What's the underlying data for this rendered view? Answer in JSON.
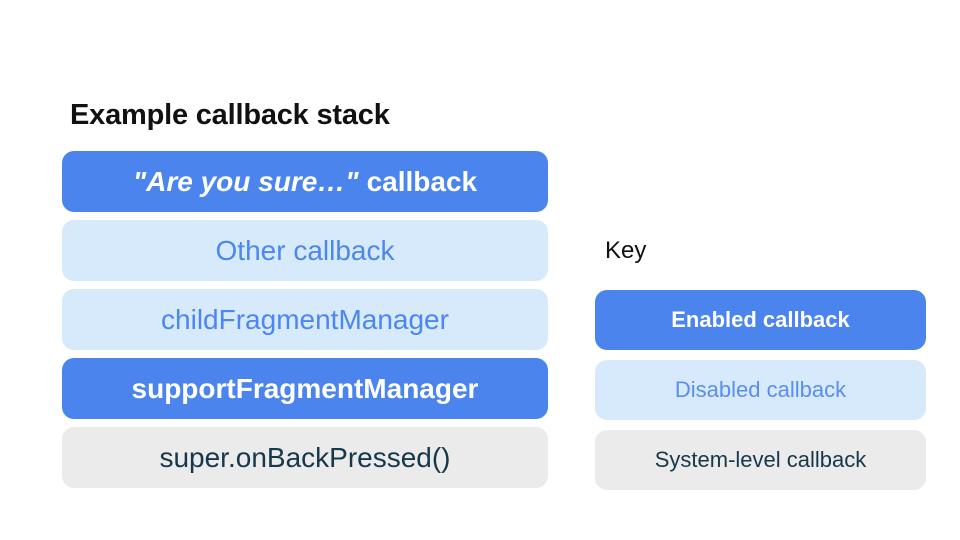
{
  "title": "Example callback stack",
  "stack": {
    "items": [
      {
        "label_italic": "\"Are you sure…\"",
        "label_rest": "callback",
        "type": "enabled"
      },
      {
        "label": "Other callback",
        "type": "disabled"
      },
      {
        "label": "childFragmentManager",
        "type": "disabled"
      },
      {
        "label": "supportFragmentManager",
        "type": "enabled"
      },
      {
        "label": "super.onBackPressed()",
        "type": "system"
      }
    ]
  },
  "key": {
    "heading": "Key",
    "items": [
      {
        "label": "Enabled callback",
        "type": "enabled"
      },
      {
        "label": "Disabled callback",
        "type": "disabled"
      },
      {
        "label": "System-level callback",
        "type": "system"
      }
    ]
  },
  "colors": {
    "enabled_bg": "#4A84EC",
    "enabled_text": "#FFFFFF",
    "disabled_bg": "#D6EAFC",
    "disabled_text": "#4C86EF",
    "disabled_key_text": "#5B8DEF",
    "system_bg": "#EBEBEB",
    "system_text": "#17374A",
    "title_text": "#111111"
  }
}
